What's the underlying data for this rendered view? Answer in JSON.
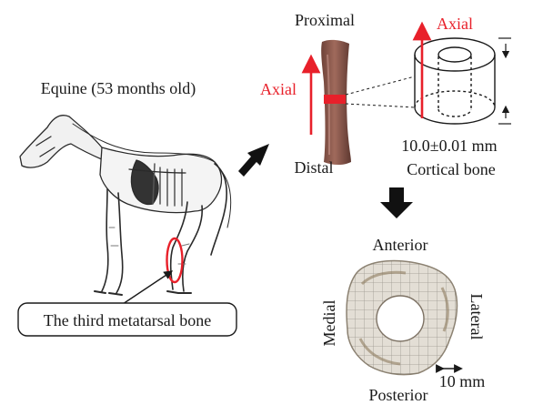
{
  "colors": {
    "accent": "#e8202a",
    "ink": "#1a1a1a",
    "bone": "#8a5a4e",
    "section": "#e6e2dc"
  },
  "labels": {
    "subject": "Equine (53 months old)",
    "bone_name": "The third metatarsal bone",
    "proximal": "Proximal",
    "distal": "Distal",
    "axial_left": "Axial",
    "axial_right": "Axial",
    "dimension": "10.0±0.01 mm",
    "cortical": "Cortical bone",
    "anterior": "Anterior",
    "posterior": "Posterior",
    "medial": "Medial",
    "lateral": "Lateral",
    "scale": "10 mm"
  }
}
